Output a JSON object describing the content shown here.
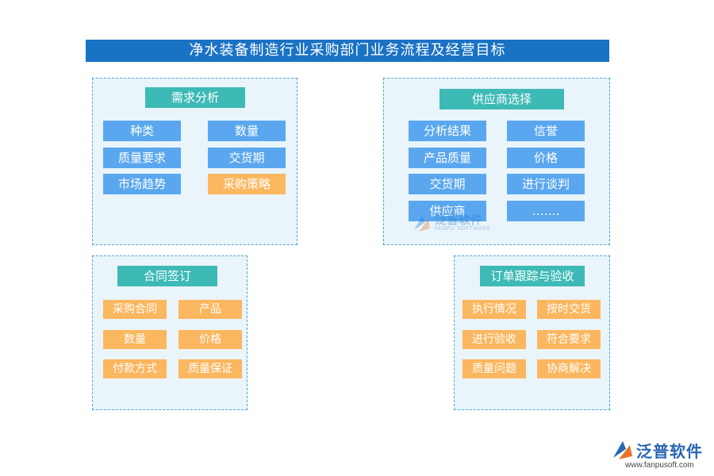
{
  "title": "净水装备制造行业采购部门业务流程及经营目标",
  "demand": {
    "header": "需求分析",
    "items": [
      "种类",
      "数量",
      "质量要求",
      "交货期",
      "市场趋势",
      "采购策略"
    ]
  },
  "supplier": {
    "header": "供应商选择",
    "items": [
      "分析结果",
      "信誉",
      "产品质量",
      "价格",
      "交货期",
      "进行谈判",
      "供应商",
      "……."
    ]
  },
  "contract": {
    "header": "合同签订",
    "items": [
      "采购合同",
      "产品",
      "数量",
      "价格",
      "付款方式",
      "质量保证"
    ]
  },
  "order": {
    "header": "订单跟踪与验收",
    "items": [
      "执行情况",
      "按时交货",
      "进行验收",
      "符合要求",
      "质量问题",
      "协商解决"
    ]
  },
  "watermark": {
    "name": "泛普软件",
    "sub": "FANPU SOFTWARE"
  },
  "logo": {
    "name": "泛普软件",
    "url": "www.fanpusoft.com"
  },
  "colors": {
    "title": "#1a72c4",
    "header": "#3dbab5",
    "blue": "#5aa7ef",
    "orange": "#fbb75f",
    "panel": "#eaf4fb"
  }
}
